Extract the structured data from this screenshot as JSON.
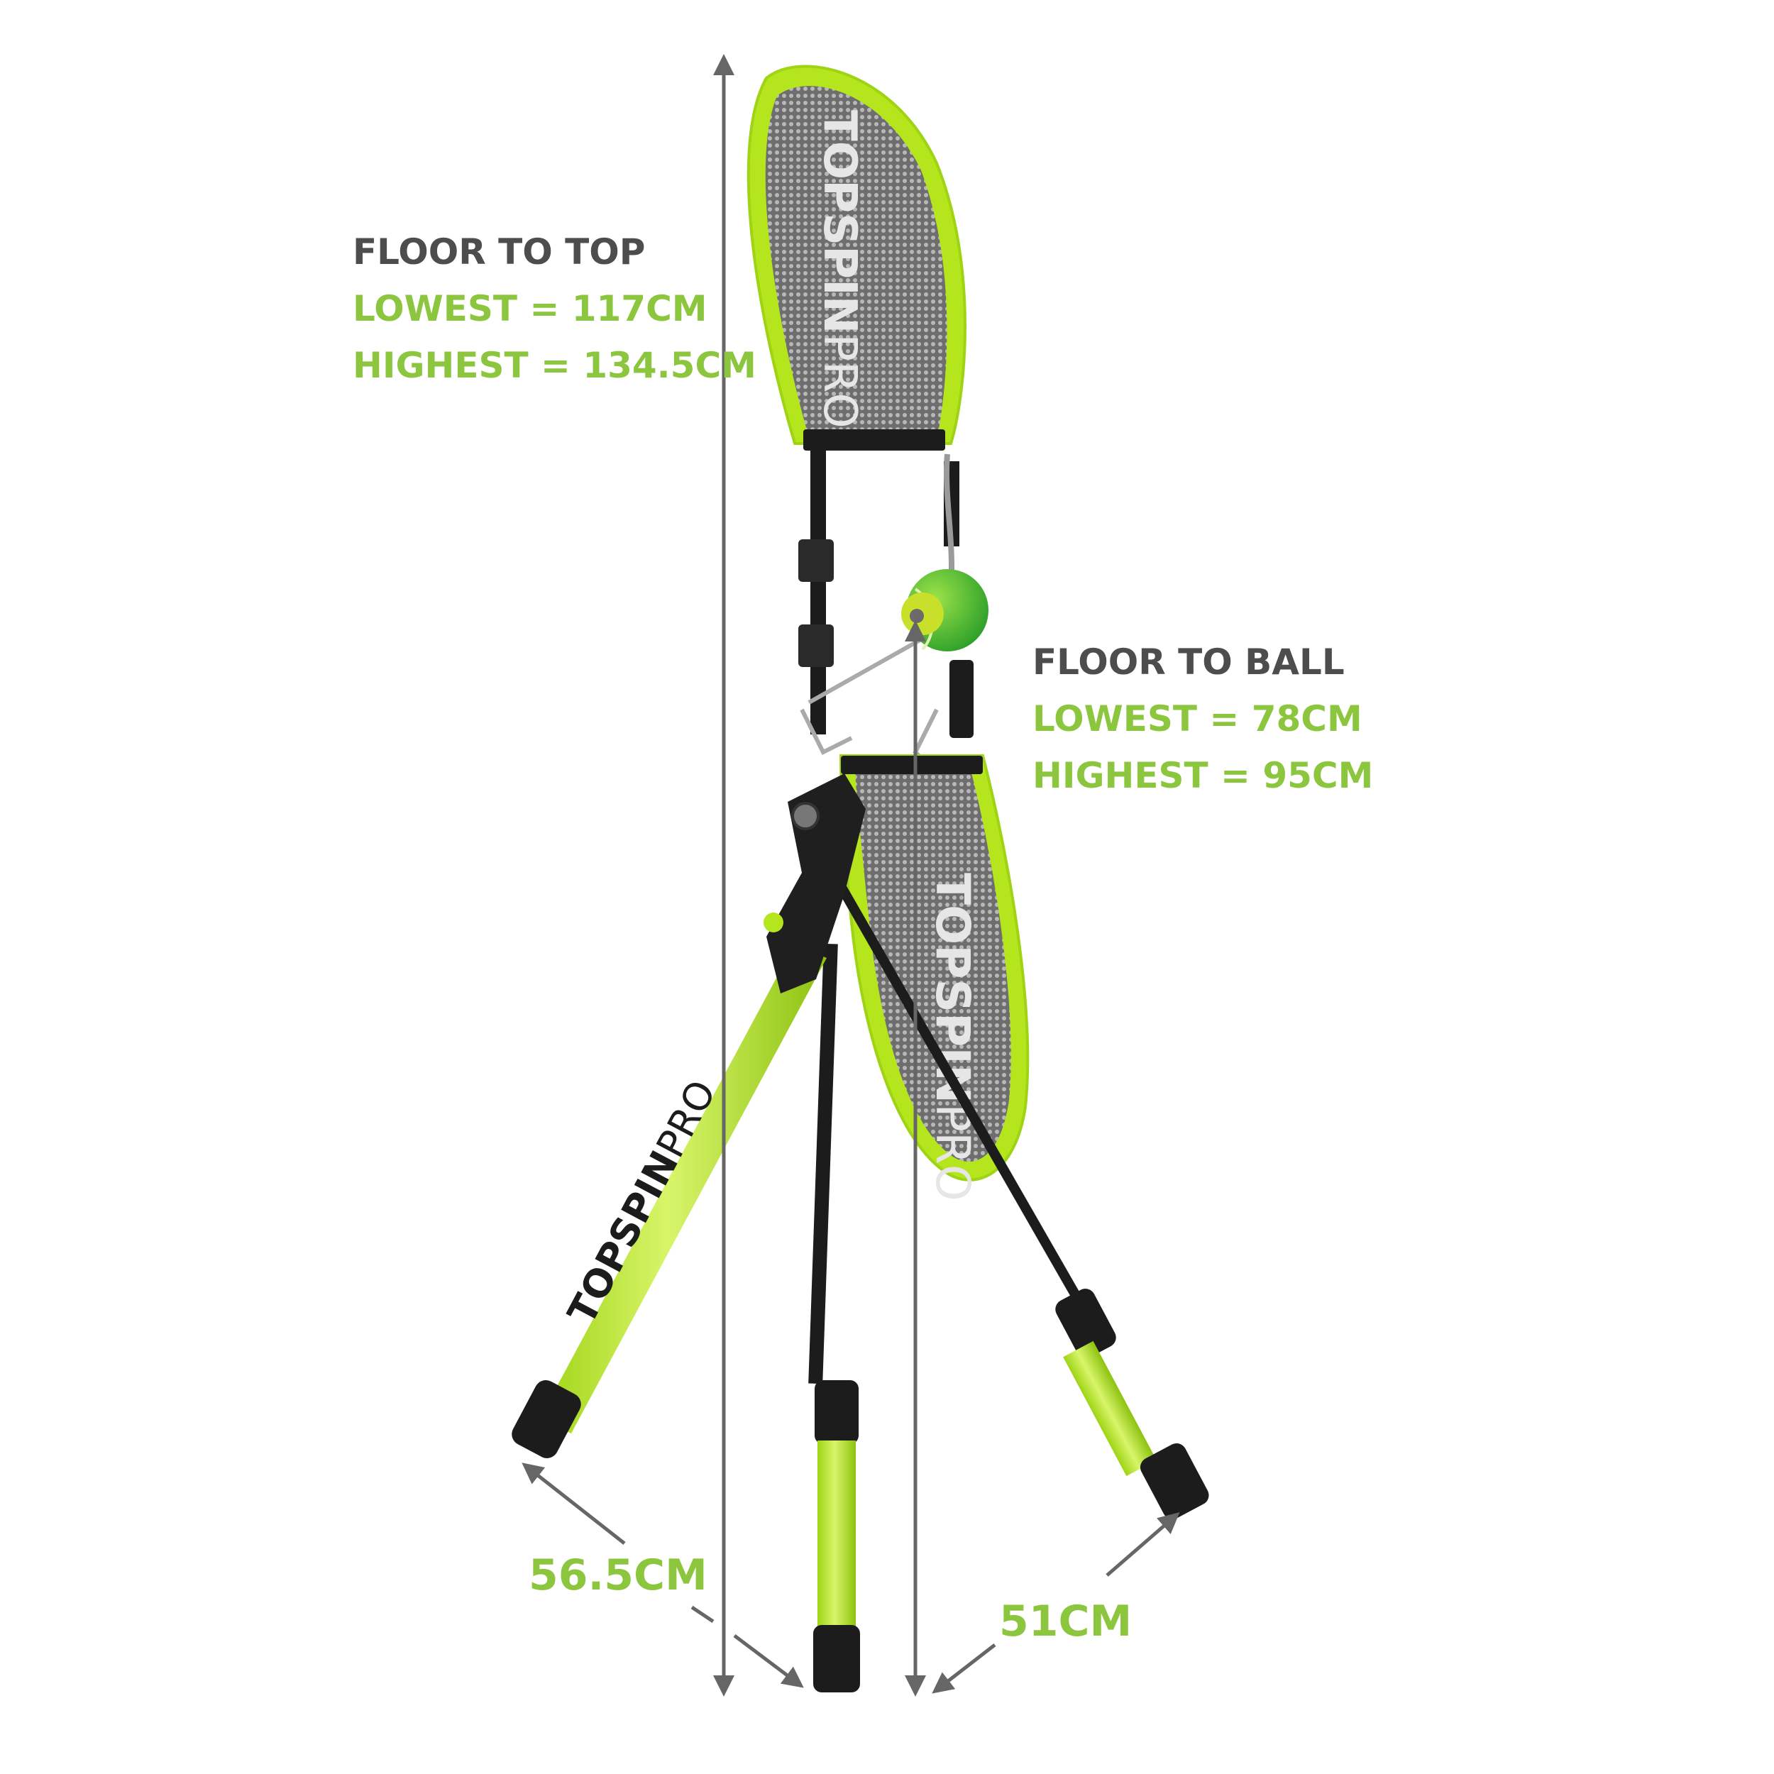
{
  "floor_to_top": {
    "heading": "FLOOR TO TOP",
    "lowest": "LOWEST = 117CM",
    "highest": "HIGHEST = 134.5CM"
  },
  "floor_to_ball": {
    "heading": "FLOOR TO BALL",
    "lowest": "LOWEST = 78CM",
    "highest": "HIGHEST = 95CM"
  },
  "dimensions": {
    "left_base": "56.5CM",
    "right_base": "51CM"
  },
  "brand": {
    "name_bold": "TOPSPIN",
    "name_light": "PRO"
  },
  "colors": {
    "lime": "#b5e61d",
    "lime_dark": "#8cc63f",
    "text_dark": "#4d4d4d",
    "arrow": "#666666",
    "mesh": "#8a8a8a",
    "black": "#1c1c1c"
  }
}
